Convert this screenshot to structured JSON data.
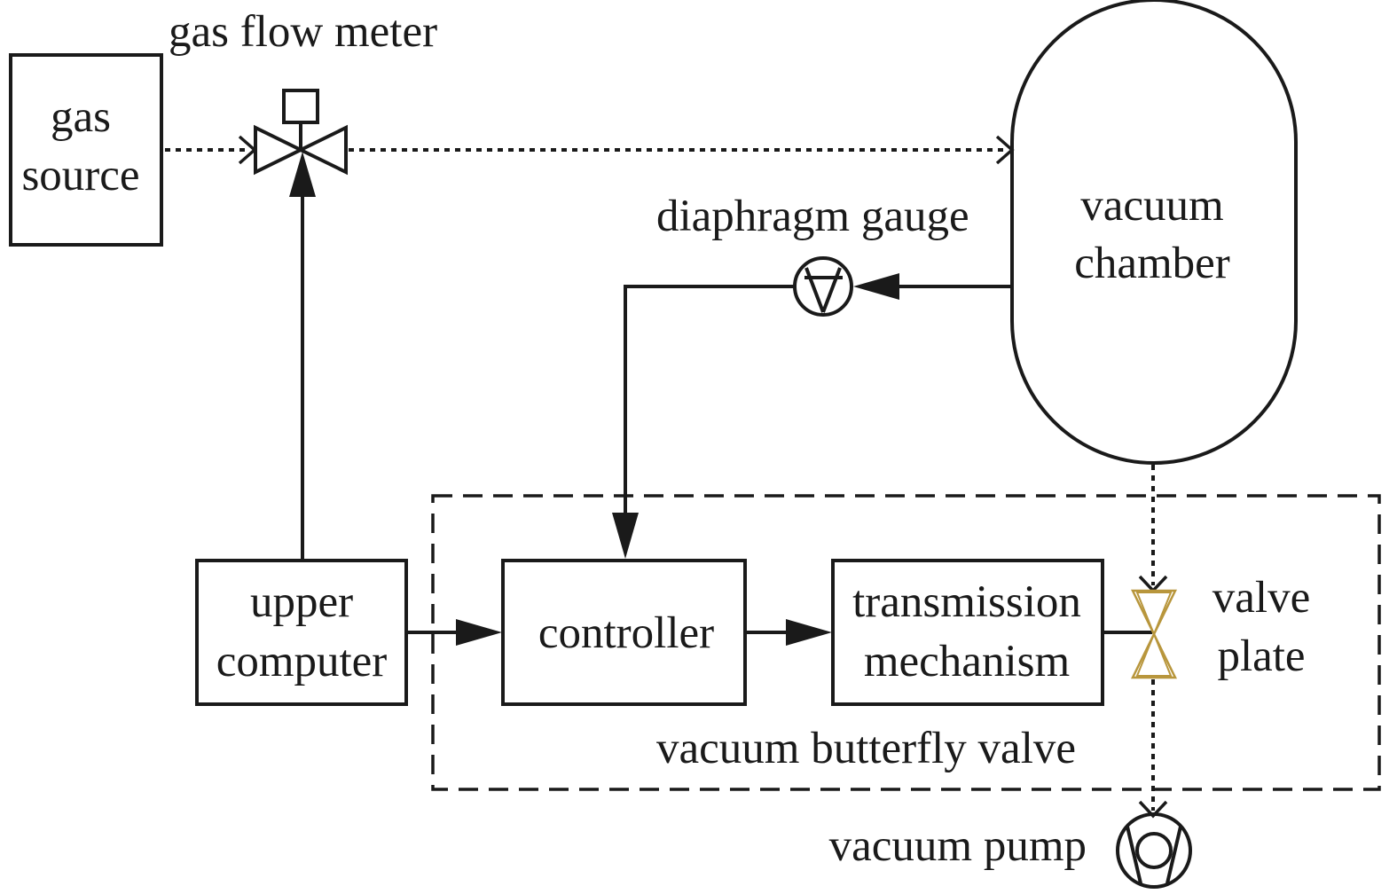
{
  "labels": {
    "gas_source_line1": "gas",
    "gas_source_line2": "source",
    "gas_flow_meter": "gas flow meter",
    "vacuum_chamber_line1": "vacuum",
    "vacuum_chamber_line2": "chamber",
    "diaphragm_gauge": "diaphragm gauge",
    "upper_computer_line1": "upper",
    "upper_computer_line2": "computer",
    "controller": "controller",
    "transmission_line1": "transmission",
    "transmission_line2": "mechanism",
    "valve_plate_line1": "valve",
    "valve_plate_line2": "plate",
    "vacuum_butterfly_valve": "vacuum butterfly valve",
    "vacuum_pump": "vacuum pump"
  },
  "colors": {
    "line": "#1a1a1a",
    "valve_plate": "#b8963c",
    "background": "#ffffff"
  }
}
